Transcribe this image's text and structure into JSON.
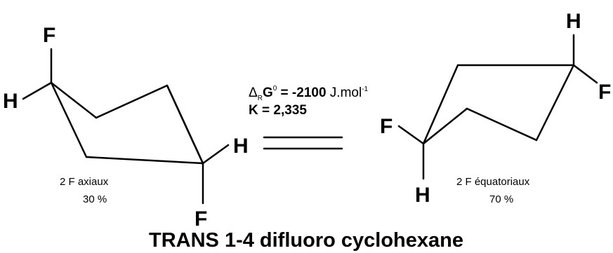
{
  "title": "TRANS 1-4 difluoro cyclohexane",
  "left_conformer": {
    "atoms": {
      "f_top": "F",
      "h_left": "H",
      "h_right": "H",
      "f_bottom": "F"
    },
    "label": "2 F axiaux",
    "percent": "30 %"
  },
  "right_conformer": {
    "atoms": {
      "h_top": "H",
      "f_right": "F",
      "f_left": "F",
      "h_bottom": "H"
    },
    "label": "2 F équatoriaux",
    "percent": "70 %"
  },
  "equilibrium": {
    "delta": "Δ",
    "delta_sub": "R",
    "g": "G",
    "g_sup": "0",
    "value": " = -2100",
    "unit": " J.mol",
    "unit_sup": "-1",
    "k_line": "K = 2,335"
  }
}
